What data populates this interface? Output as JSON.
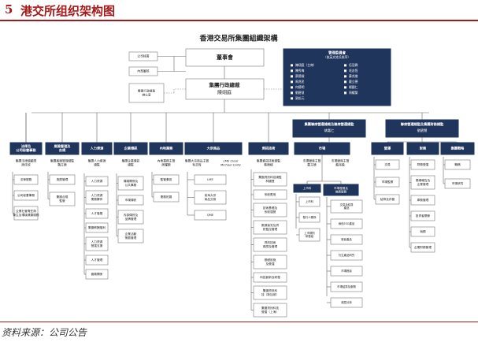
{
  "header": {
    "number": "5",
    "title": "港交所组织架构图"
  },
  "source": "资料来源：公司公告",
  "org_chart": {
    "title": "香港交易所集團組織架構",
    "top_small": [
      "公司秘書",
      "內部審核"
    ],
    "board": "董事會",
    "ceo": {
      "title": "集團行政總裁",
      "name": "陳翊庭"
    },
    "ceo_office": [
      "集團行政總裁辦公室"
    ],
    "mgmt_committee": {
      "title": "管理委員會",
      "subtitle": "（依英文姓氏排序）",
      "members_left": [
        "陳翊庭（主席）",
        "陳秀梅",
        "蔡德樑",
        "周兆民",
        "何德明",
        "劉碧慧",
        "梁松元"
      ],
      "members_right": [
        "伍冠霖",
        "毛志恆",
        "蘇兆倫",
        "戴立德",
        "楊國仁",
        "周耀榮"
      ]
    },
    "coo_head": {
      "title": "集團聯席營運總裁及聯席營運總監",
      "name": "姚嘉仁"
    },
    "cfo_head": {
      "title": "聯席營運總監及集團財務總監",
      "name": "劉碧慧"
    },
    "divisions": [
      {
        "title": "法律及\n公司秘書事務",
        "lead": "集團法律總顧問\n周佳欣",
        "items": [
          "法律服務",
          "公司秘書事務",
          "企業社會責任與\n衛生及環境健康服務"
        ]
      },
      {
        "title": "風險管理及\n合規",
        "lead": "集團風險管理總監\n魏立德",
        "items": [
          "風險管理",
          "集團合規\n監管"
        ]
      },
      {
        "title": "人力資源",
        "lead": "集團人力資源\n總監",
        "items": [
          "人力資源",
          "人力資源\n業務夥伴",
          "人才發展",
          "集團薪酬福利",
          "人力資源\n營運支援",
          "人才管理",
          "僱員關係"
        ]
      },
      {
        "title": "企業傳訊",
        "lead": "集團企業傳訊\n總監",
        "items": [
          "傳媒關係及\n公共事務",
          "市場傳訊",
          "內部傳訊及\n品牌管理",
          "企業活動\n策劃管理"
        ]
      },
      {
        "title": "內地業務",
        "lead": "內地業務主管\n周耀榮",
        "items": [
          "監管事宜",
          "業務拓展"
        ]
      },
      {
        "title": "大宗商品",
        "lead": "集團大宗商品主管\n毛志恆",
        "lead2": "LME Clear\nMichael Carty",
        "items": [
          "LME",
          "前海大宗\n商品交易",
          "QME"
        ]
      },
      {
        "title": "資訊技術",
        "lead": "集團資訊技術總監\n蔡德樑",
        "items": [
          "集團資訊科技總監\n林國聲",
          "系統應用",
          "技術基礎及\n系統運營",
          "數據保安及資\n訊監控管理",
          "資訊技術\n風險及管理",
          "基礎設施\n及營運",
          "科技創新及研發",
          "集團資訊科\n技（新加坡）",
          "集團資訊科技\n營運（上海）"
        ]
      },
      {
        "title": "市場",
        "lead": "市場聯席主管\n戴立德",
        "lead2": "市場聯席主管\n蘇兆倫",
        "sub_a": "上市科",
        "sub_b": "市場發展及\n推廣服務",
        "items_a": [
          "上市科",
          "發行人關係",
          "上市規則\n研發組"
        ],
        "items_b": [
          "交易及結算\n產品",
          "綠色ESG產品",
          "數據產品",
          "衍生產品研究",
          "市場數據",
          "市場結算及服務",
          "風險分析"
        ]
      },
      {
        "title": "營運",
        "lead": "",
        "items": [
          "交易",
          "市場監察",
          "結算及存管"
        ]
      },
      {
        "title": "財務",
        "lead": "",
        "items": [
          "財務營運",
          "業績報告及\n企業管理",
          "庫務管理",
          "投資者關係",
          "稅務",
          "企業財務管理"
        ]
      },
      {
        "title": "集團戰略",
        "lead": "",
        "items": [
          "戰略",
          "市場研究"
        ]
      }
    ]
  },
  "colors": {
    "accent": "#a31a1a",
    "dark_box": "#20355c"
  }
}
